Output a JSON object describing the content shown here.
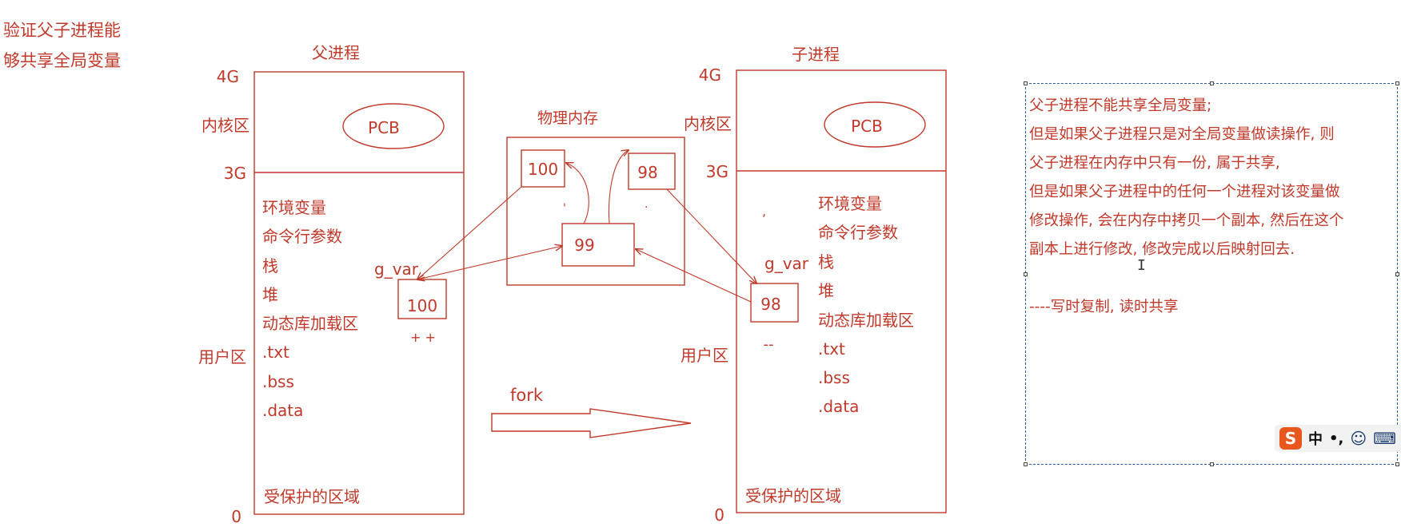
{
  "page_title_lines": [
    "验证父子进程能",
    "够共享全局变量"
  ],
  "parent": {
    "title": "父进程",
    "label_4g": "4G",
    "label_3g": "3G",
    "label_0": "0",
    "kernel_label": "内核区",
    "user_label": "用户区",
    "pcb": "PCB",
    "segments": [
      "环境变量",
      "命令行参数",
      "栈",
      "堆",
      "动态库加载区",
      ".txt",
      ".bss",
      ".data"
    ],
    "protected": "受保护的区域",
    "var_name": "g_var",
    "var_value": "100",
    "op": "+ +"
  },
  "child": {
    "title": "子进程",
    "label_4g": "4G",
    "label_3g": "3G",
    "label_0": "0",
    "kernel_label": "内核区",
    "user_label": "用户区",
    "pcb": "PCB",
    "segments": [
      "环境变量",
      "命令行参数",
      "栈",
      "堆",
      "动态库加载区",
      ".txt",
      ".bss",
      ".data"
    ],
    "protected": "受保护的区域",
    "var_name": "g_var",
    "var_value": "98",
    "op": "--"
  },
  "physical_memory": {
    "title": "物理内存",
    "cell_left": "100",
    "cell_right": "98",
    "cell_middle": "99"
  },
  "fork_label": "fork",
  "note": {
    "lines": [
      "父子进程不能共享全局变量;",
      "但是如果父子进程只是对全局变量做读操作, 则",
      "父子进程在内存中只有一份, 属于共享,",
      "但是如果父子进程中的任何一个进程对该变量做",
      "修改操作, 会在内存中拷贝一个副本, 然后在这个",
      "副本上进行修改, 修改完成以后映射回去."
    ],
    "summary": "----写时复制, 读时共享"
  },
  "ime": {
    "logo_letter": "S",
    "mode": "中",
    "punct": "•,",
    "emoji_icon": "smiley-icon",
    "keyboard_icon": "keyboard-icon"
  },
  "colors": {
    "ink": "#c0392b",
    "selection_border": "#2c5aa0",
    "ime_orange": "#e8571e"
  }
}
